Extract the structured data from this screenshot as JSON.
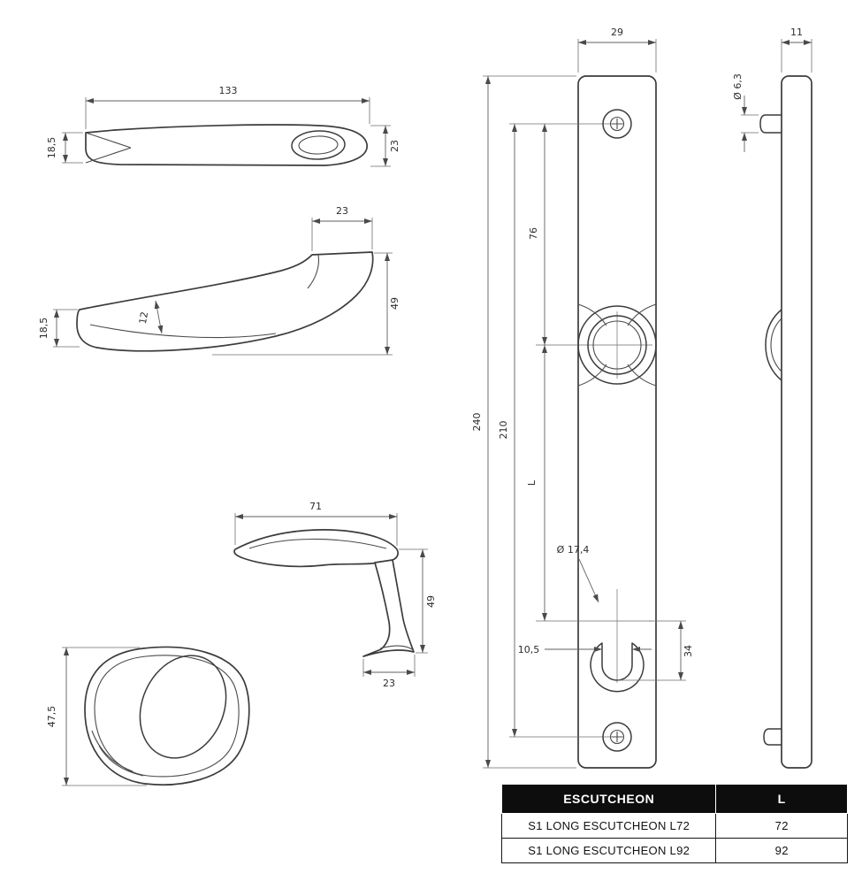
{
  "views": {
    "handle_plan": {
      "dims": {
        "length": "133",
        "tip_height": "18,5",
        "end_height": "23"
      }
    },
    "handle_side": {
      "dims": {
        "neck_width": "23",
        "grip_thickness": "12",
        "tip_height": "18,5",
        "height": "49"
      }
    },
    "handle_front": {
      "dims": {
        "grip_length": "71",
        "height": "49",
        "base_width": "23"
      }
    },
    "rose_plan": {
      "dims": {
        "height": "47,5"
      }
    },
    "escutcheon_front": {
      "dims": {
        "width": "29",
        "overall_length": "240",
        "screw_centers": "210",
        "screw_to_handle": "76",
        "handle_to_cylinder": "L",
        "cylinder_dia": "Ø 17,4",
        "cylinder_height": "34",
        "keyway_width": "10,5"
      }
    },
    "escutcheon_side": {
      "dims": {
        "thickness": "11",
        "pin_dia": "Ø 6,3"
      }
    }
  },
  "table": {
    "headers": {
      "name": "ESCUTCHEON",
      "length": "L"
    },
    "rows": [
      {
        "name": "S1 LONG ESCUTCHEON L72",
        "length": "72"
      },
      {
        "name": "S1 LONG ESCUTCHEON L92",
        "length": "92"
      }
    ]
  },
  "colors": {
    "line": "#3c3c3c",
    "dim": "#5f5f5f",
    "table_header_bg": "#0d0d0d"
  }
}
